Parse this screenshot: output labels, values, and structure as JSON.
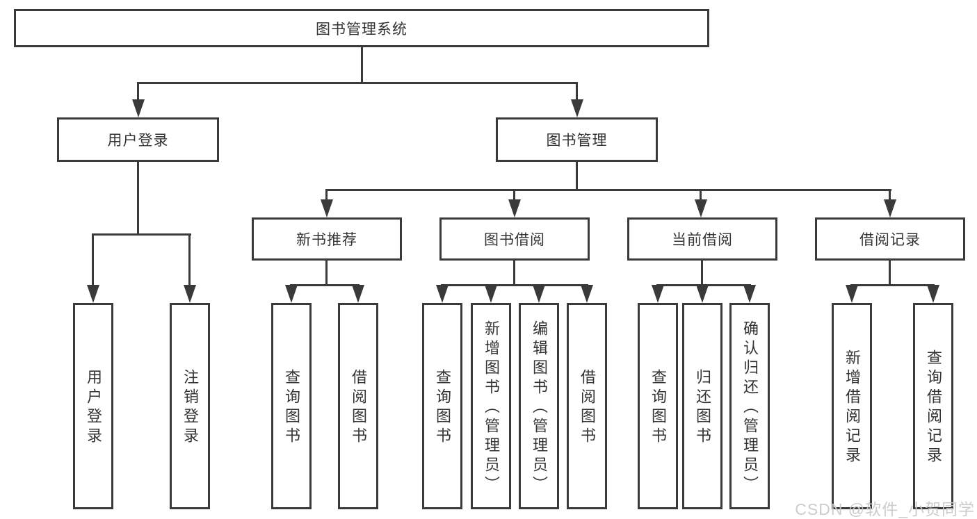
{
  "tree": {
    "root": {
      "label": "图书管理系统"
    },
    "branches": [
      {
        "label": "用户登录",
        "children": [
          {
            "label": "用户登录"
          },
          {
            "label": "注销登录"
          }
        ]
      },
      {
        "label": "图书管理",
        "children": [
          {
            "label": "新书推荐",
            "children": [
              {
                "label": "查询图书"
              },
              {
                "label": "借阅图书"
              }
            ]
          },
          {
            "label": "图书借阅",
            "children": [
              {
                "label": "查询图书"
              },
              {
                "label": "新增图书（管理员）"
              },
              {
                "label": "编辑图书（管理员）"
              },
              {
                "label": "借阅图书"
              }
            ]
          },
          {
            "label": "当前借阅",
            "children": [
              {
                "label": "查询图书"
              },
              {
                "label": "归还图书"
              },
              {
                "label": "确认归还（管理员）"
              }
            ]
          },
          {
            "label": "借阅记录",
            "children": [
              {
                "label": "新增借阅记录"
              },
              {
                "label": "查询借阅记录"
              }
            ]
          }
        ]
      }
    ]
  },
  "watermark": "CSDN @软件_小贺同学",
  "colors": {
    "line": "#3a3a3a",
    "text": "#333333",
    "watermark": "#c9c9c9",
    "background": "#ffffff"
  }
}
